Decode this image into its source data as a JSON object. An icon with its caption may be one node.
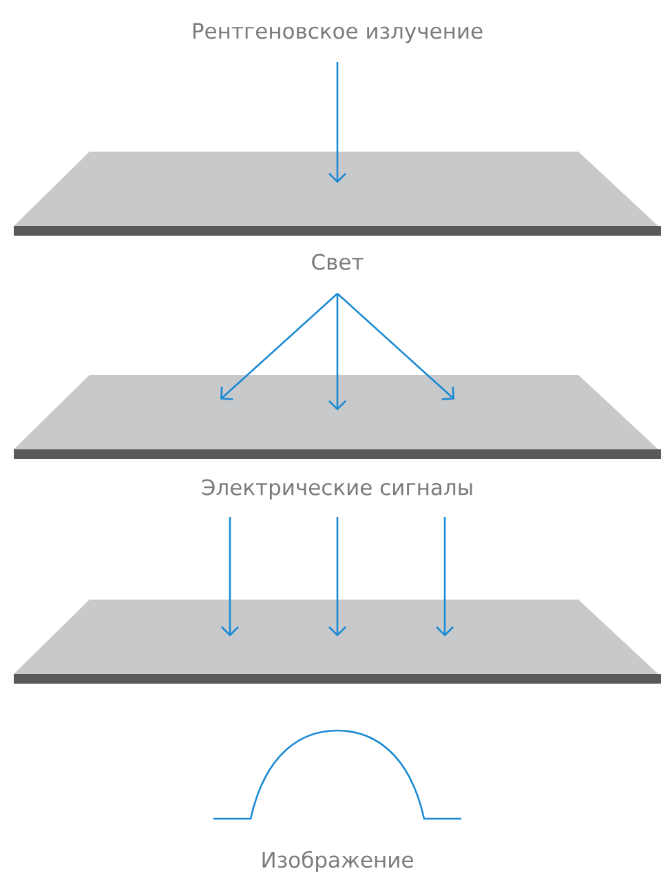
{
  "diagram": {
    "nodes": [
      {
        "text": [
          "Рентгеновское излучение"
        ]
      },
      {
        "text": [],
        "shape": "box"
      },
      {
        "text": [
          "Свет"
        ]
      },
      {
        "text": [],
        "shape": "box"
      },
      {
        "text": [
          "Электрические сигналы"
        ]
      },
      {
        "text": [],
        "shape": "box"
      }
    ],
    "edges": [
      {
        "from": 0,
        "to": 1,
        "arrow": "to"
      },
      {
        "from": 2,
        "to": 3,
        "arrow": "to"
      },
      {
        "from": 2,
        "to": 3,
        "arrow": "to"
      },
      {
        "from": 2,
        "to": 3,
        "arrow": "to"
      },
      {
        "from": 4,
        "to": 5,
        "arrow": "to"
      },
      {
        "from": 4,
        "to": 5,
        "arrow": "to"
      },
      {
        "from": 4,
        "to": 5,
        "arrow": "to"
      }
    ],
    "labels": [
      "Изображение"
    ]
  }
}
